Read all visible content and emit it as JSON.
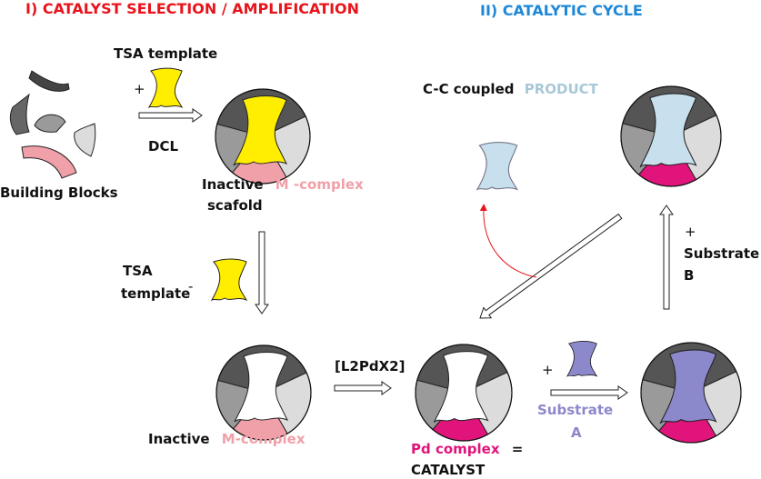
{
  "titles": {
    "left": "I) CATALYST SELECTION / AMPLIFICATION",
    "right": "II) CATALYTIC CYCLE"
  },
  "labels": {
    "tsa_template": "TSA template",
    "plus": "+",
    "minus": "-",
    "dcl": "DCL",
    "building_blocks": "Building Blocks",
    "inactive": "Inactive",
    "m_complex_spaced": "M -complex",
    "scafold": "scafold",
    "tsa": "TSA",
    "template": "template",
    "m_complex": "M-complex",
    "reagent": "[L2PdX2]",
    "substrate": "Substrate",
    "a": "A",
    "b": "B",
    "pd_complex": "Pd  complex",
    "equals": "=",
    "catalyst": "CATALYST",
    "cc_coupled": "C-C coupled",
    "product": "PRODUCT"
  },
  "colors": {
    "title_left": "#e8141c",
    "title_right": "#1e88d8",
    "tsa": "#ffee00",
    "pink": "#f0a0a8",
    "magenta": "#e0147a",
    "substrate": "#8c88cc",
    "product": "#c8e0ee",
    "dark": "#555555",
    "mid": "#9a9a9a",
    "light": "#dcdcdc"
  }
}
